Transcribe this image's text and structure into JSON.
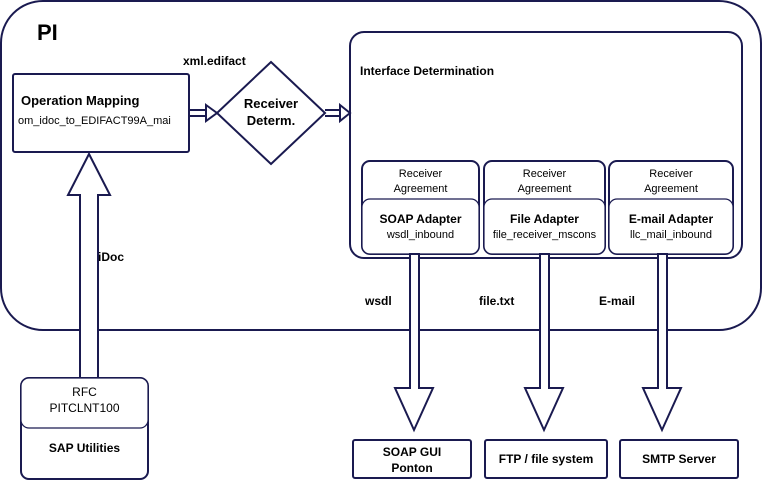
{
  "pi_label": "PI",
  "operation_mapping": {
    "title": "Operation Mapping",
    "name": "om_idoc_to_EDIFACT99A_mai"
  },
  "edge_xml": "xml.edifact",
  "receiver_determination": {
    "line1": "Receiver",
    "line2": "Determ."
  },
  "interface_determination": {
    "title": "Interface Determination"
  },
  "receivers": [
    {
      "agreement_line1": "Receiver",
      "agreement_line2": "Agreement",
      "adapter": "SOAP Adapter",
      "channel": "wsdl_inbound",
      "edge": "wsdl",
      "target_line1": "SOAP GUI",
      "target_line2": "Ponton"
    },
    {
      "agreement_line1": "Receiver",
      "agreement_line2": "Agreement",
      "adapter": "File Adapter",
      "channel": "file_receiver_mscons",
      "edge": "file.txt",
      "target_line1": "FTP / file system",
      "target_line2": ""
    },
    {
      "agreement_line1": "Receiver",
      "agreement_line2": "Agreement",
      "adapter": "E-mail Adapter",
      "channel": "llc_mail_inbound",
      "edge": "E-mail",
      "target_line1": "SMTP Server",
      "target_line2": ""
    }
  ],
  "edge_idoc": "iDoc",
  "sender": {
    "line1": "RFC",
    "line2": "PITCLNT100",
    "system": "SAP Utilities"
  },
  "colors": {
    "stroke": "#1a1a50",
    "background": "#ffffff"
  }
}
